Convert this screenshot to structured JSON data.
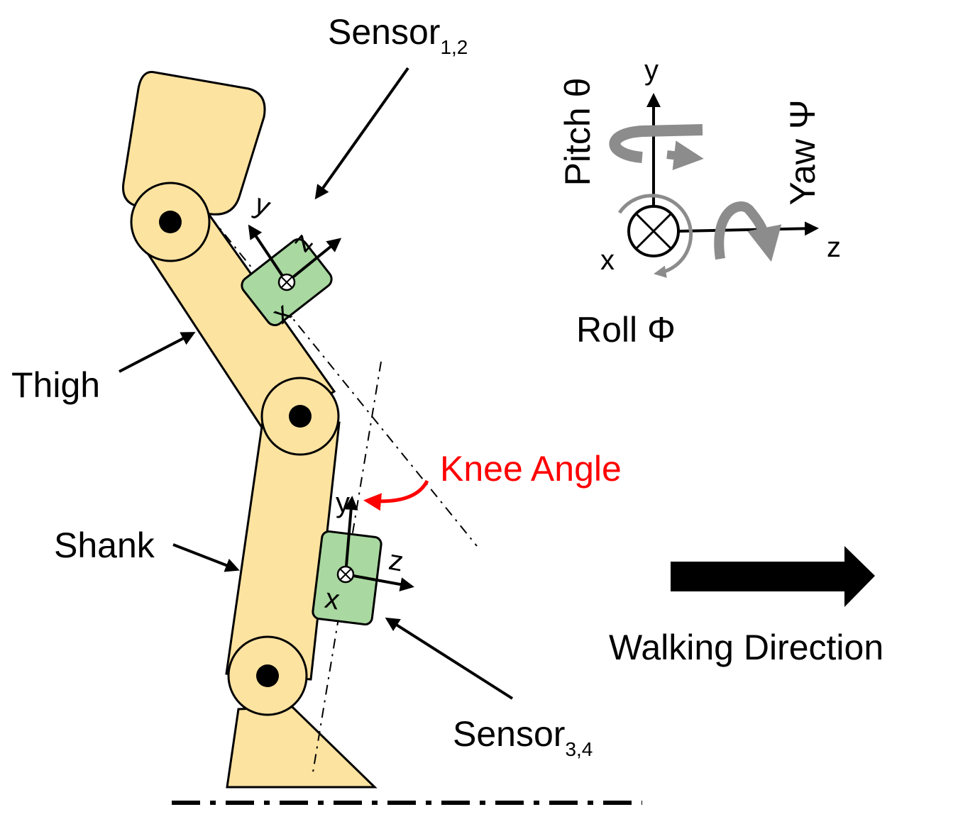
{
  "labels": {
    "sensor_top": "Sensor",
    "sensor_top_sub": "1,2",
    "sensor_bottom": "Sensor",
    "sensor_bottom_sub": "3,4",
    "thigh": "Thigh",
    "shank": "Shank",
    "knee_angle": "Knee Angle",
    "walking_direction": "Walking Direction"
  },
  "sensor_axes": {
    "x": "x",
    "y": "y",
    "z": "z"
  },
  "legend": {
    "y": "y",
    "z": "z",
    "x": "x",
    "pitch": "Pitch θ",
    "yaw": "Yaw Ψ",
    "roll": "Roll Φ"
  },
  "colors": {
    "limb_fill": "#fde3a0",
    "sensor_fill": "#a9d8a0",
    "knee_angle": "#ff0000",
    "rotation_arrow": "#8c8c8c"
  }
}
